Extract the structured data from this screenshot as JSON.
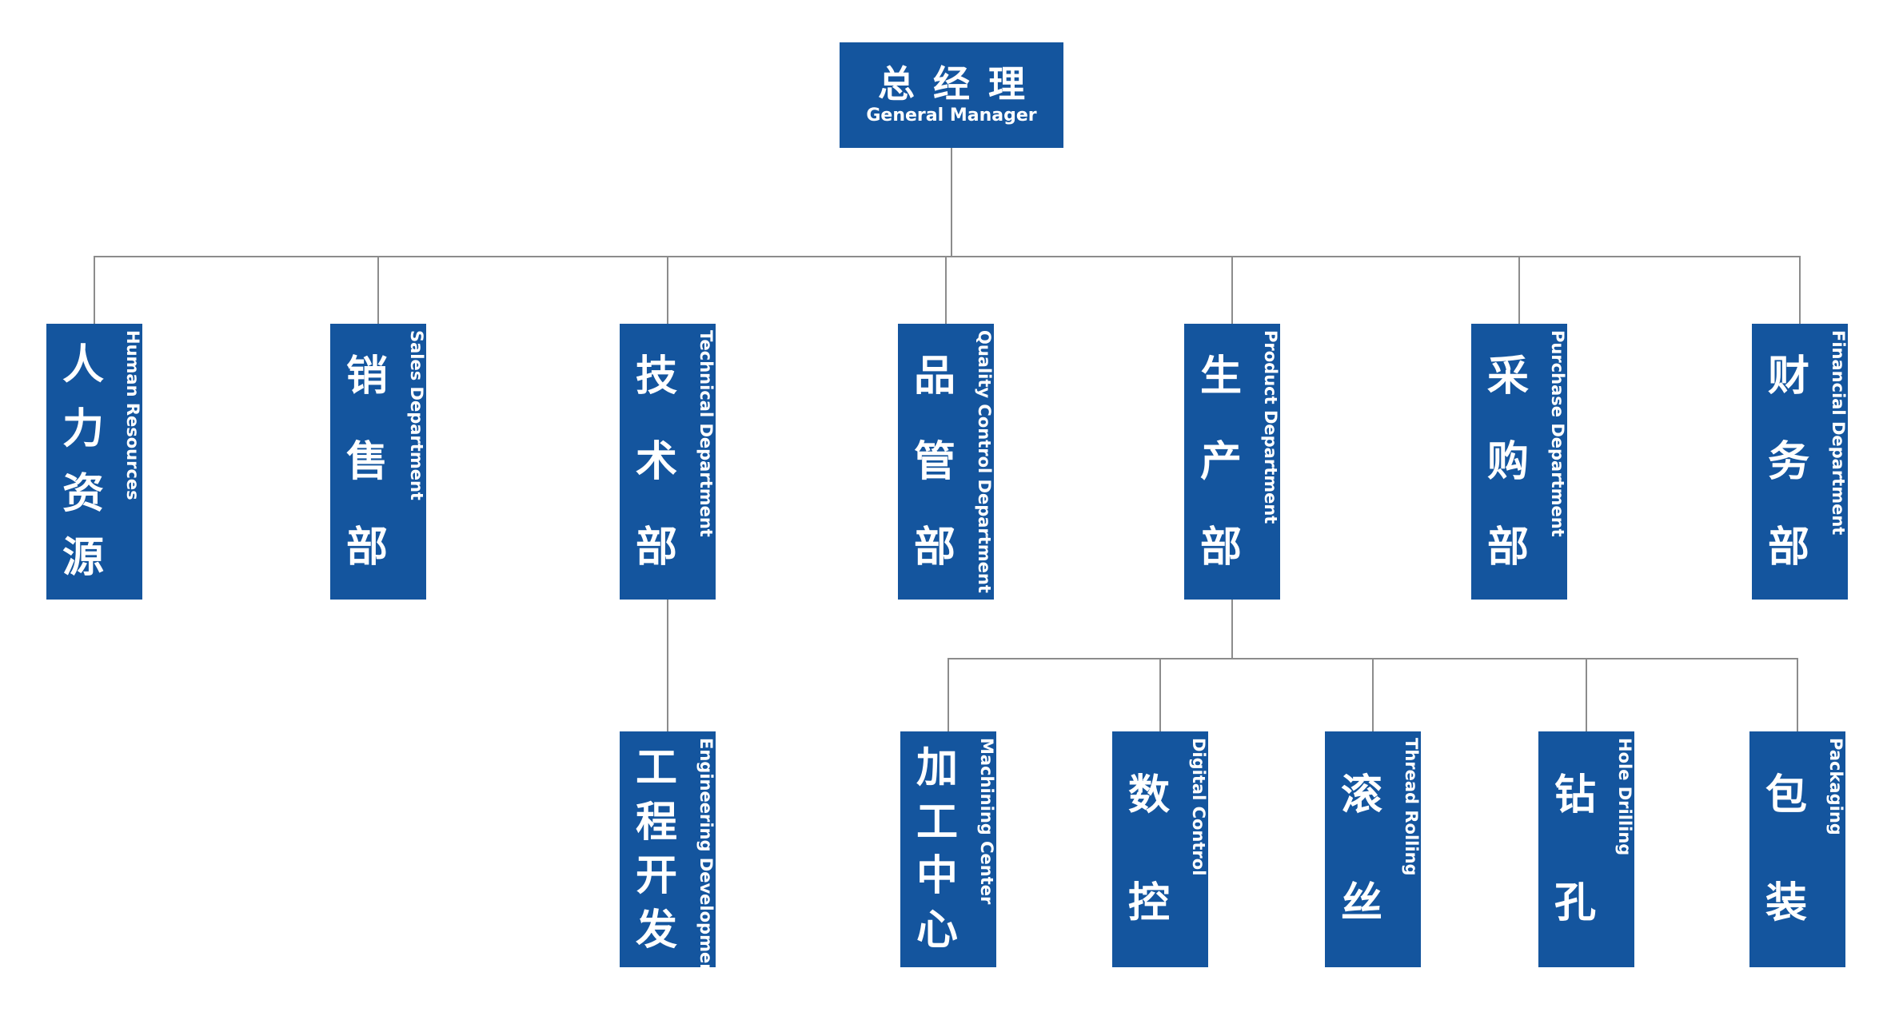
{
  "colors": {
    "node_blue": "#14559e",
    "line_gray": "#8c8c8c",
    "text_white": "#ffffff"
  },
  "root": {
    "zh": "总经理",
    "en": "General Manager"
  },
  "departments": [
    {
      "zh": "人力资源",
      "en": "Human Resources"
    },
    {
      "zh": "销售部",
      "en": "Sales Department"
    },
    {
      "zh": "技术部",
      "en": "Technical Department"
    },
    {
      "zh": "品管部",
      "en": "Quality Control Department"
    },
    {
      "zh": "生产部",
      "en": "Product Department"
    },
    {
      "zh": "采购部",
      "en": "Purchase Department"
    },
    {
      "zh": "财务部",
      "en": "Financial Department"
    }
  ],
  "tech_children": [
    {
      "zh": "工程开发",
      "en": "Engineering Development"
    }
  ],
  "product_children": [
    {
      "zh": "加工中心",
      "en": "Machining Center"
    },
    {
      "zh": "数控",
      "en": "Digital Control"
    },
    {
      "zh": "滚丝",
      "en": "Thread Rolling"
    },
    {
      "zh": "钻孔",
      "en": "Hole Drilling"
    },
    {
      "zh": "包装",
      "en": "Packaging"
    }
  ]
}
